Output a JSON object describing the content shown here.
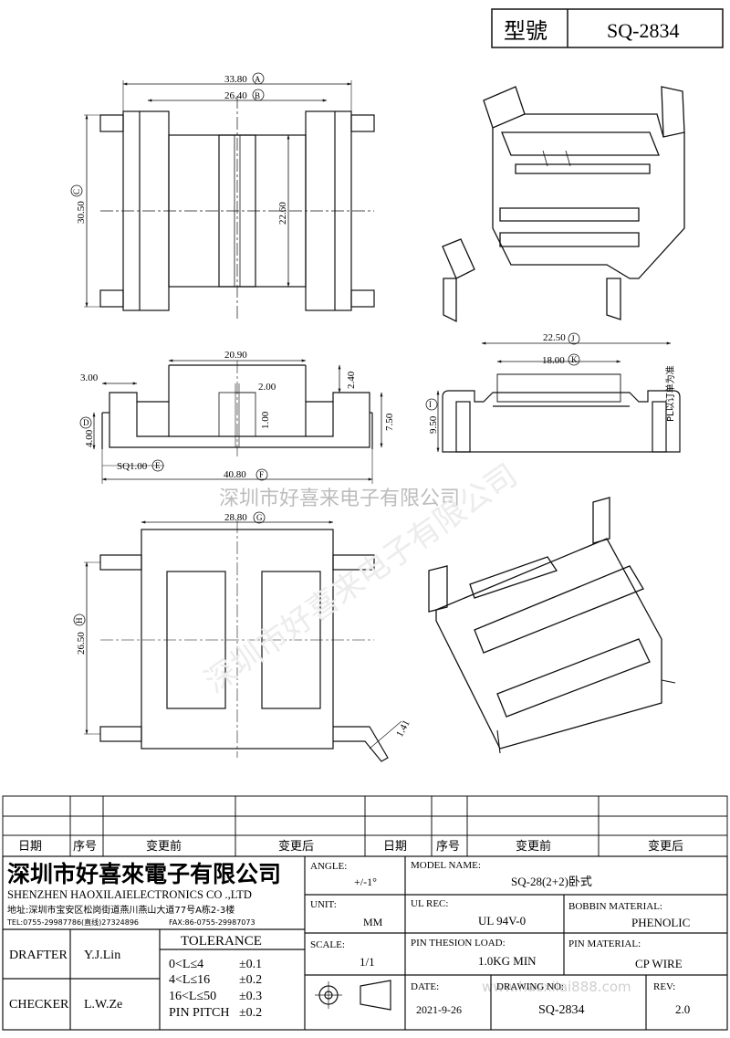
{
  "header": {
    "model_label": "型號",
    "model_value": "SQ-2834"
  },
  "dimensions": {
    "A": "33.80",
    "B": "26.40",
    "C": "30.50",
    "center_h": "22.60",
    "front_w": "20.90",
    "d300": "3.00",
    "d200": "2.00",
    "d240": "2.40",
    "D": "4.00",
    "d100": "1.00",
    "d750": "7.50",
    "E": "SQ1.00",
    "F": "40.80",
    "J": "22.50",
    "K": "18.00",
    "I": "9.50",
    "pin_note": "PL以订单为准",
    "G": "28.80",
    "H": "26.50",
    "d141": "1.41"
  },
  "letters": [
    "A",
    "B",
    "C",
    "D",
    "E",
    "F",
    "G",
    "H",
    "I",
    "J",
    "K"
  ],
  "watermark": {
    "company": "深圳市好喜来电子有限公司",
    "url": "www.haoxilai888.com"
  },
  "revision_table": {
    "headers": [
      "日期",
      "序号",
      "变更前",
      "变更后",
      "日期",
      "序号",
      "变更前",
      "变更后"
    ]
  },
  "company": {
    "name_cn": "深圳市好喜來電子有限公司",
    "name_en": "SHENZHEN HAOXILAIELECTRONICS CO .,LTD",
    "address": "地址:深圳市宝安区松岗街道燕川燕山大道77号A栋2-3楼",
    "tel": "TEL:0755-29987786(直线)27324896",
    "fax": "FAX:86-0755-29987073"
  },
  "people": {
    "drafter_label": "DRAFTER",
    "drafter": "Y.J.Lin",
    "checker_label": "CHECKER",
    "checker": "L.W.Ze"
  },
  "tolerance": {
    "title": "TOLERANCE",
    "rows": [
      {
        "range": "0<L≤4",
        "val": "±0.1"
      },
      {
        "range": "4<L≤16",
        "val": "±0.2"
      },
      {
        "range": "16<L≤50",
        "val": "±0.3"
      },
      {
        "range": "PIN PITCH",
        "val": "±0.2"
      }
    ]
  },
  "title_block": {
    "angle_label": "ANGLE:",
    "angle": "+/-1°",
    "unit_label": "UNIT:",
    "unit": "MM",
    "scale_label": "SCALE:",
    "scale": "1/1",
    "model_name_label": "MODEL NAME:",
    "model_name": "SQ-28(2+2)卧式",
    "ul_label": "UL REC:",
    "ul": "UL 94V-0",
    "bobbin_label": "BOBBIN MATERIAL:",
    "bobbin": "PHENOLIC",
    "pin_load_label": "PIN THESION LOAD:",
    "pin_load": "1.0KG MIN",
    "pin_mat_label": "PIN MATERIAL:",
    "pin_mat": "CP  WIRE",
    "date_label": "DATE:",
    "date": "2021-9-26",
    "drawing_label": "DRAWING NO:",
    "drawing": "SQ-2834",
    "rev_label": "REV:",
    "rev": "2.0"
  }
}
